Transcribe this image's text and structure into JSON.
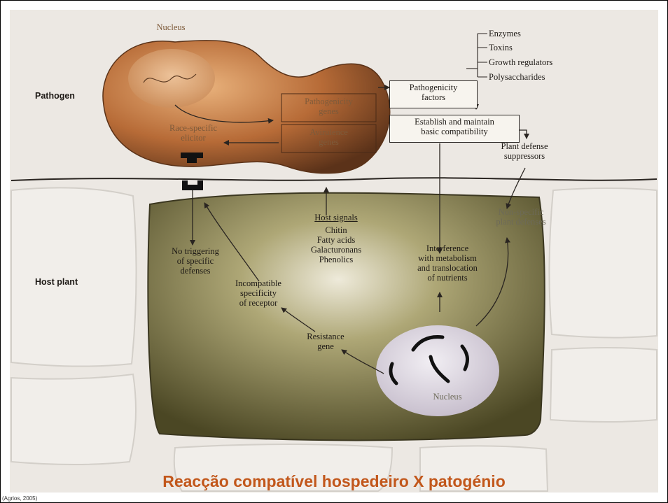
{
  "caption": "Reacção compatível hospedeiro X patogénio",
  "source": "(Agrios, 2005)",
  "diagram": {
    "side_labels": {
      "pathogen": "Pathogen",
      "host_plant": "Host plant"
    },
    "pathogen_cell": {
      "nucleus": "Nucleus",
      "pathogenicity_genes": [
        "Pathogenicity",
        "genes"
      ],
      "avirulence_genes": [
        "Avirulence",
        "genes"
      ],
      "elicitor": [
        "Race-specific",
        "elicitor"
      ]
    },
    "factors": {
      "box": [
        "Pathogenicity",
        "factors"
      ],
      "items": [
        "Enzymes",
        "Toxins",
        "Growth regulators",
        "Polysaccharides"
      ]
    },
    "compatibility_box": [
      "Establish and maintain",
      "basic compatibility"
    ],
    "suppressors": [
      "Plant defense",
      "suppressors"
    ],
    "host_cell": {
      "no_triggering": [
        "No triggering",
        "of specific",
        "defenses"
      ],
      "incompatible": [
        "Incompatible",
        "specificity",
        "of receptor"
      ],
      "host_signals_title": "Host signals",
      "host_signals": [
        "Chitin",
        "Fatty acids",
        "Galacturonans",
        "Phenolics"
      ],
      "interference": [
        "Interference",
        "with metabolism",
        "and translocation",
        "of nutrients"
      ],
      "non_specific": [
        "Non-specific",
        "plant defenses"
      ],
      "resistance_gene": [
        "Resistance",
        "gene"
      ],
      "nucleus": "Nucleus"
    }
  }
}
